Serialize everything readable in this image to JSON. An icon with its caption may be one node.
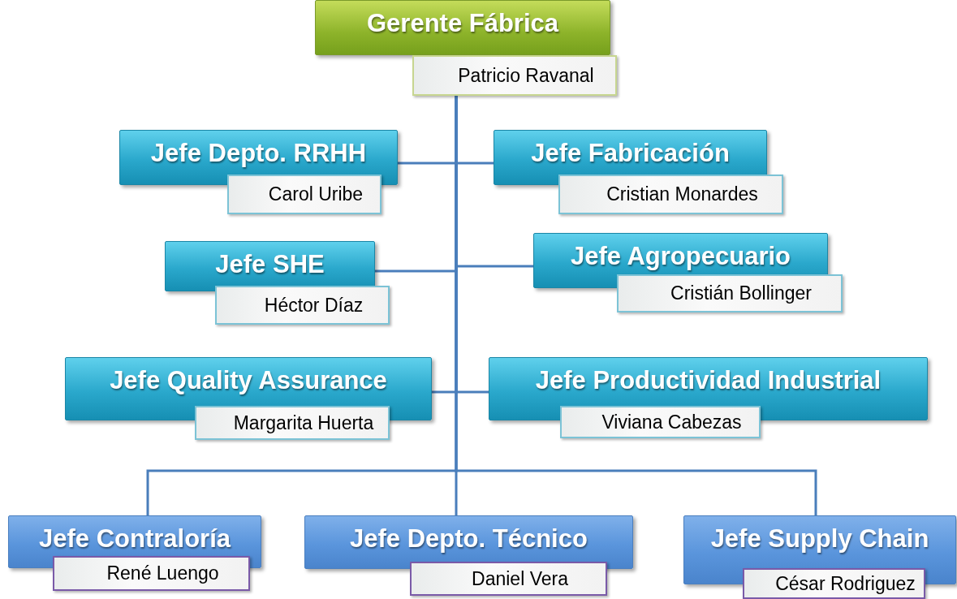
{
  "diagram": {
    "nodes": [
      {
        "text": [
          "Gerente Fábrica"
        ]
      },
      {
        "text": [
          "Patricio Ravanal"
        ]
      },
      {
        "text": [
          "Jefe Depto. RRHH"
        ]
      },
      {
        "text": [
          "Carol Uribe"
        ]
      },
      {
        "text": [
          "Jefe Fabricación"
        ]
      },
      {
        "text": [
          "Cristian Monardes"
        ]
      },
      {
        "text": [
          "Jefe SHE"
        ]
      },
      {
        "text": [
          "Héctor Díaz"
        ]
      },
      {
        "text": [
          "Jefe Agropecuario"
        ]
      },
      {
        "text": [
          "Cristián Bollinger"
        ]
      },
      {
        "text": [
          "Jefe Quality Assurance"
        ]
      },
      {
        "text": [
          "Margarita Huerta"
        ]
      },
      {
        "text": [
          "Jefe Productividad Industrial"
        ]
      },
      {
        "text": [
          "Viviana Cabezas"
        ]
      },
      {
        "text": [
          "Jefe Contraloría"
        ]
      },
      {
        "text": [
          "René Luengo"
        ]
      },
      {
        "text": [
          "Jefe Depto. Técnico"
        ]
      },
      {
        "text": [
          "Daniel Vera"
        ]
      },
      {
        "text": [
          "Jefe Supply Chain"
        ]
      },
      {
        "text": [
          "César Rodriguez"
        ]
      }
    ],
    "edges": [
      {
        "from": 1,
        "to": 2,
        "arrow": "none"
      },
      {
        "from": 1,
        "to": 4,
        "arrow": "none"
      },
      {
        "from": 1,
        "to": 6,
        "arrow": "none"
      },
      {
        "from": 1,
        "to": 8,
        "arrow": "none"
      },
      {
        "from": 1,
        "to": 10,
        "arrow": "none"
      },
      {
        "from": 1,
        "to": 12,
        "arrow": "none"
      },
      {
        "from": 1,
        "to": 14,
        "arrow": "none"
      },
      {
        "from": 1,
        "to": 16,
        "arrow": "none"
      },
      {
        "from": 1,
        "to": 18,
        "arrow": "none"
      }
    ]
  }
}
